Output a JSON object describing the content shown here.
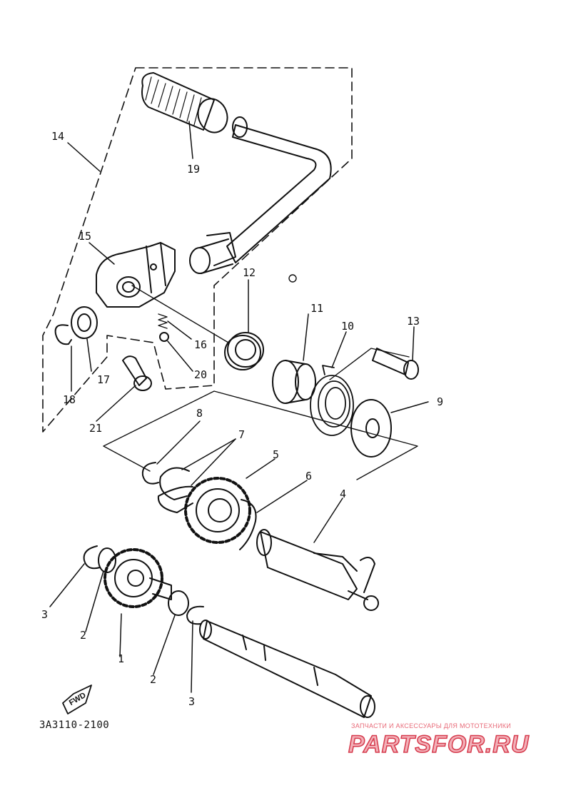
{
  "diagram": {
    "part_code": "3A3110-2100",
    "fwd_label": "FWD",
    "watermark_line1": "ЗАПЧАСТИ И АКСЕССУАРЫ ДЛЯ МОТОТЕХНИКИ",
    "watermark_brand": "PARTSFOR.RU",
    "callouts": [
      "14",
      "19",
      "15",
      "12",
      "11",
      "10",
      "13",
      "16",
      "20",
      "17",
      "18",
      "21",
      "9",
      "8",
      "7",
      "5",
      "6",
      "4",
      "3",
      "2",
      "1",
      "2",
      "3"
    ],
    "colors": {
      "line": "#111111",
      "watermark_outline": "#d63a4c",
      "watermark_fill": "#f2b0b8"
    }
  }
}
